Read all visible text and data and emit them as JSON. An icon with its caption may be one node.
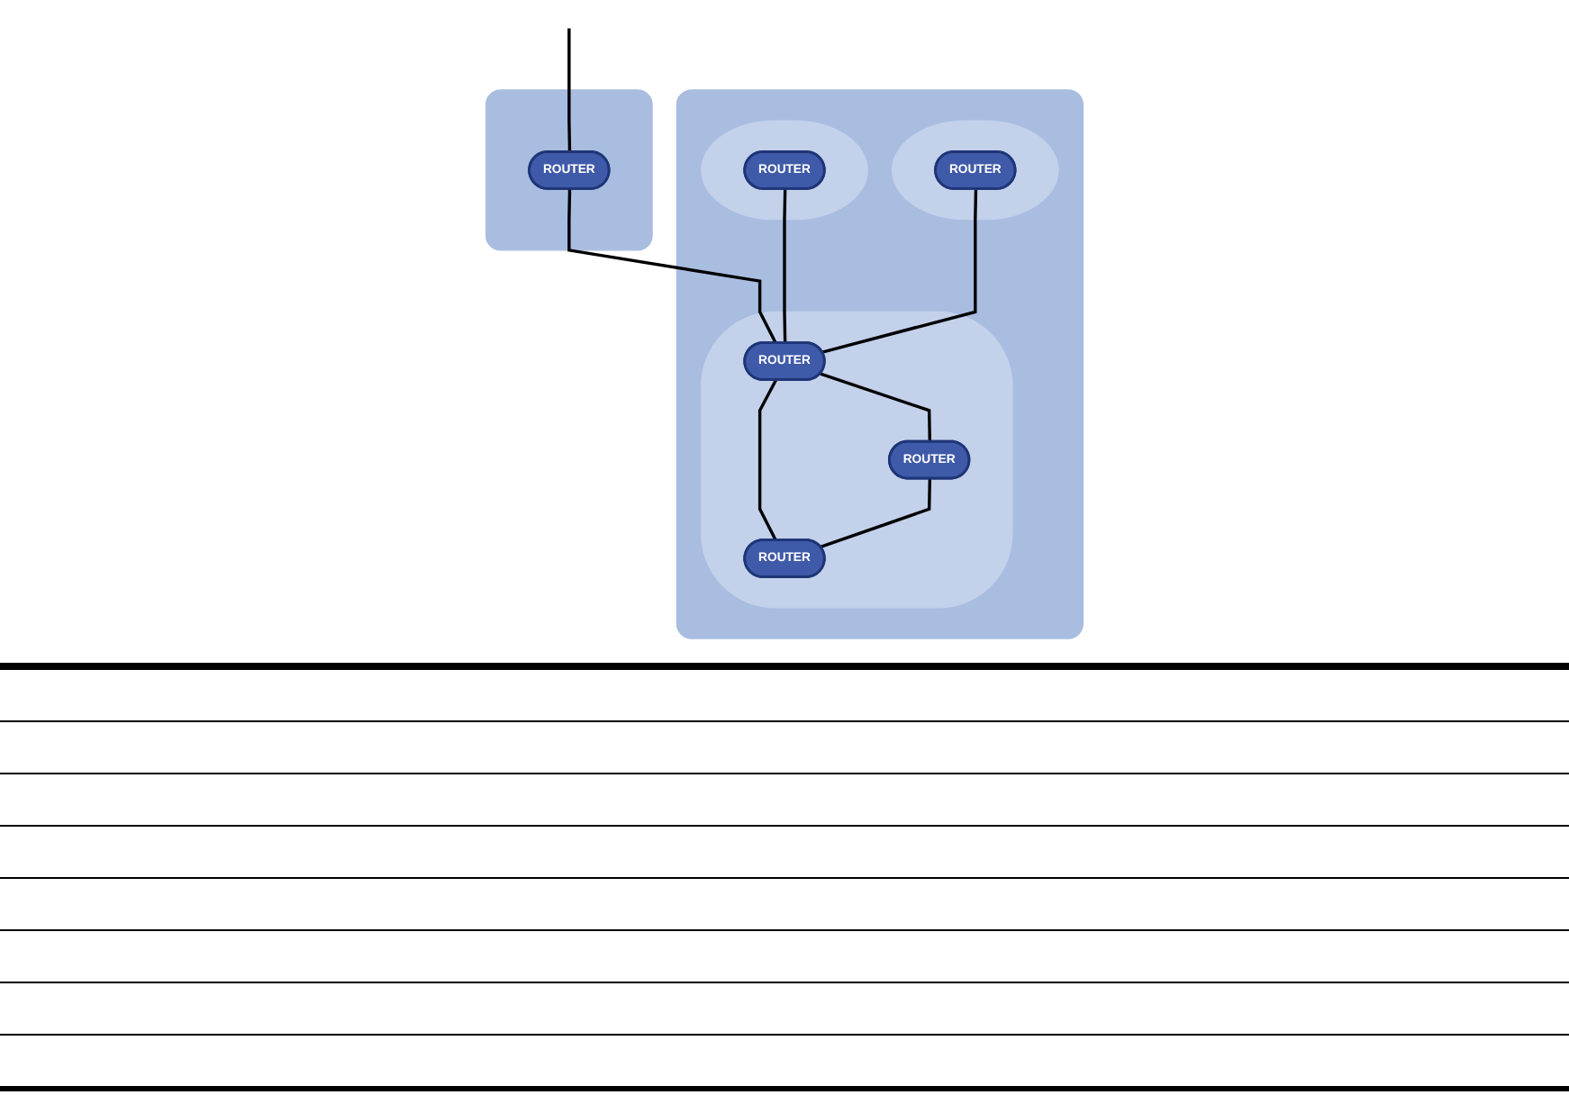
{
  "diagram": {
    "nodes": [
      {
        "text": [],
        "shape": "box"
      },
      {
        "text": [
          "ROUTER"
        ],
        "in": 0
      },
      {
        "text": [],
        "shape": "box"
      },
      {
        "text": [],
        "shape": "ellipse",
        "in": 2
      },
      {
        "text": [
          "ROUTER"
        ],
        "in": 3
      },
      {
        "text": [],
        "shape": "ellipse",
        "in": 2
      },
      {
        "text": [
          "ROUTER"
        ],
        "in": 5
      },
      {
        "text": [],
        "shape": "ellipse",
        "in": 2
      },
      {
        "text": [
          "ROUTER"
        ],
        "in": 7
      },
      {
        "text": [
          "ROUTER"
        ],
        "in": 7
      },
      {
        "text": [
          "ROUTER"
        ],
        "in": 7
      }
    ],
    "edges": [
      {
        "from": null,
        "to": 1,
        "arrow": "none"
      },
      {
        "from": 1,
        "to": 8,
        "arrow": "none"
      },
      {
        "from": 4,
        "to": 8,
        "arrow": "none"
      },
      {
        "from": 6,
        "to": 8,
        "arrow": "none"
      },
      {
        "from": 8,
        "to": 9,
        "arrow": "none"
      },
      {
        "from": 8,
        "to": 10,
        "arrow": "none"
      },
      {
        "from": 9,
        "to": 10,
        "arrow": "none"
      }
    ]
  }
}
